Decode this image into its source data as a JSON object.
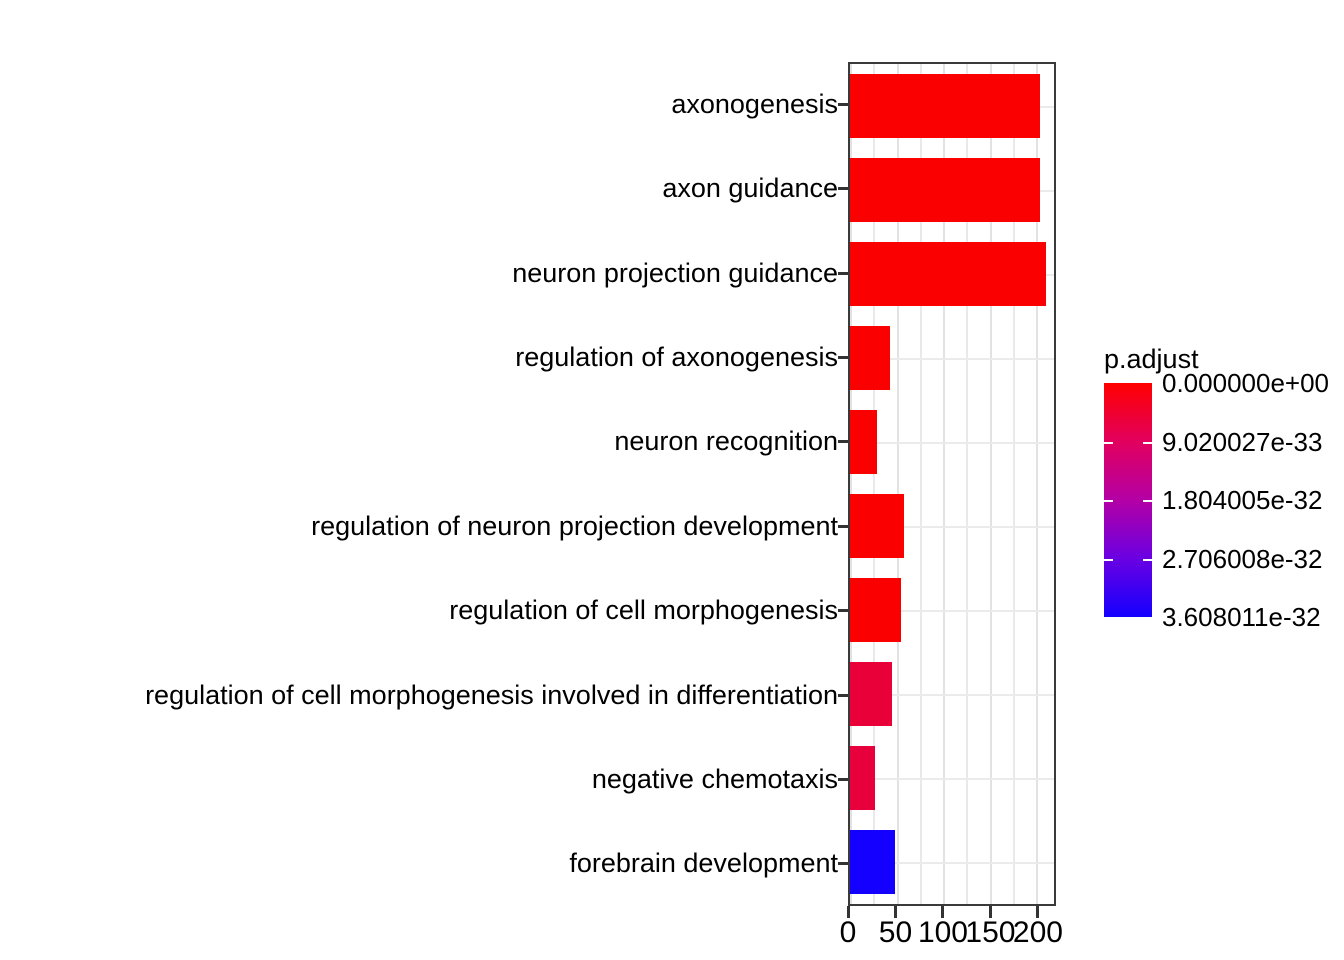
{
  "chart_data": {
    "type": "bar",
    "orientation": "horizontal",
    "title": "",
    "xlabel": "",
    "ylabel": "",
    "categories": [
      "axonogenesis",
      "axon guidance",
      "neuron projection guidance",
      "regulation of axonogenesis",
      "neuron recognition",
      "regulation of neuron projection development",
      "regulation of cell morphogenesis",
      "regulation of cell morphogenesis involved in differentiation",
      "negative chemotaxis",
      "forebrain development"
    ],
    "values": [
      204,
      204,
      210,
      43,
      29,
      58,
      55,
      45,
      27,
      48
    ],
    "bar_colors": [
      "#FA0000",
      "#FA0000",
      "#FA0000",
      "#FA0000",
      "#FA0000",
      "#FA0000",
      "#FA0000",
      "#EA0038",
      "#E8003C",
      "#1400FF"
    ],
    "xlim": [
      0,
      219
    ],
    "xticks": [
      0,
      50,
      100,
      150,
      200
    ],
    "xtick_labels": [
      "0",
      "50",
      "100",
      "150",
      "200"
    ],
    "x_minor_ticks": [
      25,
      75,
      125,
      175
    ],
    "grid": true,
    "legend": {
      "position": "right",
      "title": "p.adjust",
      "type": "colorbar",
      "breaks": [
        "0.000000e+00",
        "9.020027e-33",
        "1.804005e-32",
        "2.706008e-32",
        "3.608011e-32"
      ],
      "color_high": "#FF0000",
      "color_low": "#1400FF",
      "range_min": "0.000000e+00",
      "range_max": "3.608011e-32"
    }
  },
  "colors": {
    "panel_border": "#3A3A3A",
    "gridline": "#EBEBEB",
    "tick": "#333333",
    "text": "#000000",
    "background": "#FFFFFF"
  }
}
